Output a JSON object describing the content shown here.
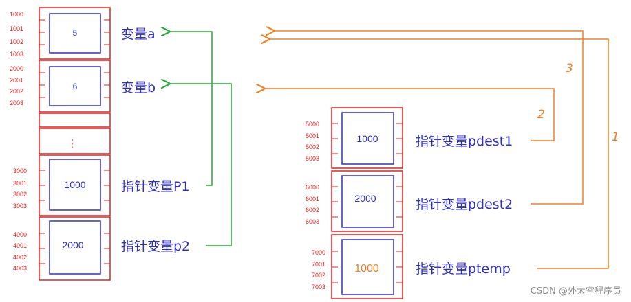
{
  "colors": {
    "block_border": "#e02020",
    "cell_border": "#3030c0",
    "green_arrow": "#22aa33",
    "orange_arrow": "#f08020",
    "highlight_value": "#f08020"
  },
  "left_column": {
    "blocks": [
      {
        "addresses": [
          "1000",
          "1001",
          "1002",
          "1003"
        ],
        "value": "5",
        "label": "变量a"
      },
      {
        "addresses": [
          "2000",
          "2001",
          "2002",
          "2003"
        ],
        "value": "6",
        "label": "变量b"
      },
      {
        "addresses": [
          "3000",
          "3001",
          "3002",
          "3003"
        ],
        "value": "1000",
        "label": "指针变量P1"
      },
      {
        "addresses": [
          "4000",
          "4001",
          "4002",
          "4003"
        ],
        "value": "2000",
        "label": "指针变量p2"
      }
    ],
    "ellipsis": "⋮"
  },
  "right_column": {
    "blocks": [
      {
        "addresses": [
          "5000",
          "5001",
          "5002",
          "5003"
        ],
        "value": "1000",
        "label": "指针变量pdest1"
      },
      {
        "addresses": [
          "6000",
          "6001",
          "6002",
          "6003"
        ],
        "value": "2000",
        "label": "指针变量pdest2"
      },
      {
        "addresses": [
          "7000",
          "7001",
          "7002",
          "7003"
        ],
        "value": "1000",
        "label": "指针变量ptemp"
      }
    ]
  },
  "steps": [
    "2",
    "3",
    "1"
  ],
  "watermark": "CSDN @外太空程序员"
}
